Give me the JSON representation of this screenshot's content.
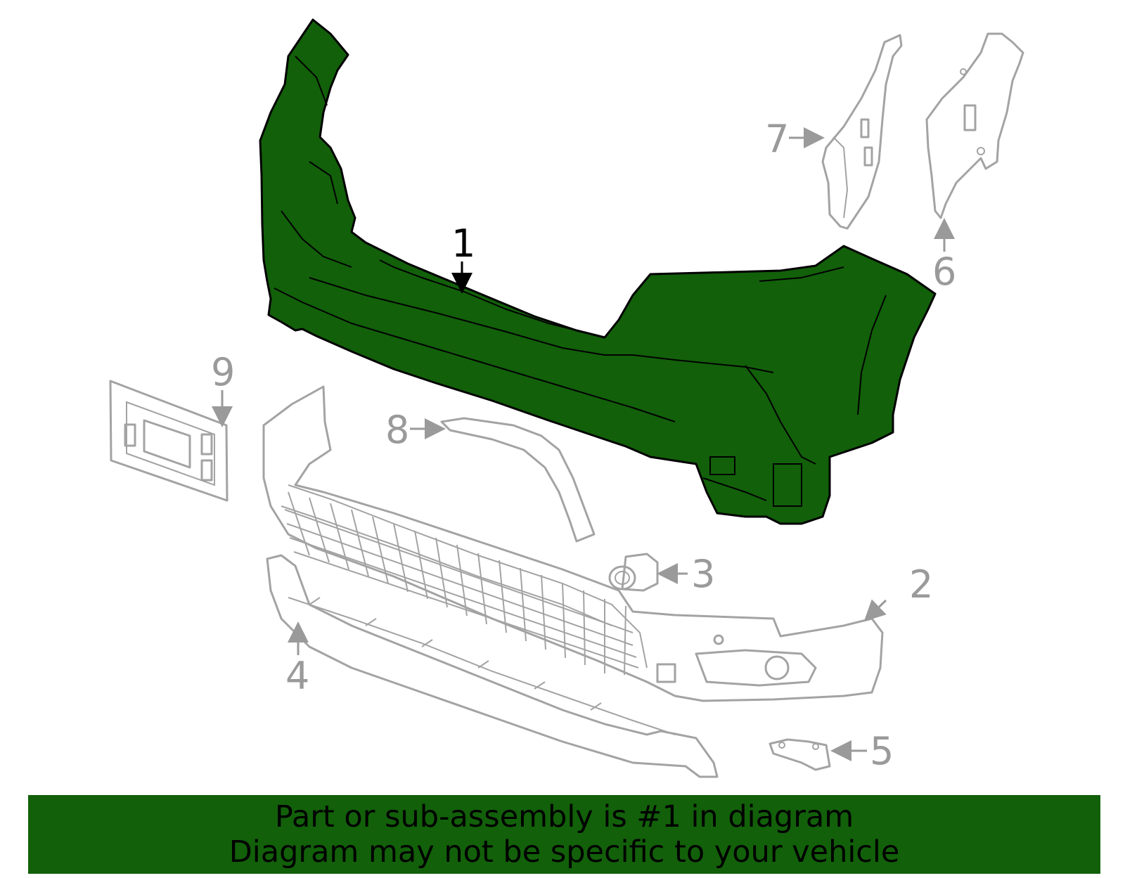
{
  "callouts": {
    "c1": "1",
    "c2": "2",
    "c3": "3",
    "c4": "4",
    "c5": "5",
    "c6": "6",
    "c7": "7",
    "c8": "8",
    "c9": "9"
  },
  "banner": {
    "line1": "Part or sub-assembly is #1 in diagram",
    "line2": "Diagram may not be specific to your vehicle"
  },
  "colors": {
    "highlight": "#12600a",
    "part_outline": "#a3a3a3",
    "banner_bg": "#12600a"
  }
}
